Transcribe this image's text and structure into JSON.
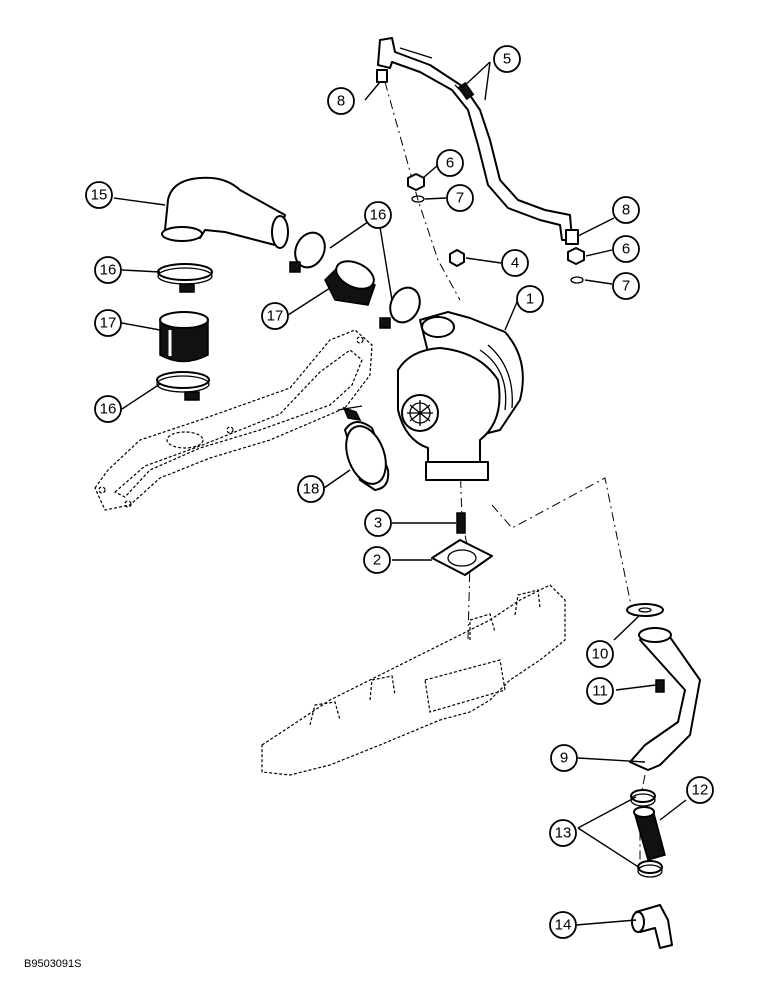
{
  "figure_code": "B9503091S",
  "callouts": {
    "c1": "1",
    "c2": "2",
    "c3": "3",
    "c4": "4",
    "c5": "5",
    "c6a": "6",
    "c6b": "6",
    "c7a": "7",
    "c7b": "7",
    "c8a": "8",
    "c8b": "8",
    "c9": "9",
    "c10": "10",
    "c11": "11",
    "c12": "12",
    "c13": "13",
    "c14": "14",
    "c15": "15",
    "c16a": "16",
    "c16b": "16",
    "c16c": "16",
    "c17a": "17",
    "c17b": "17",
    "c18": "18"
  }
}
